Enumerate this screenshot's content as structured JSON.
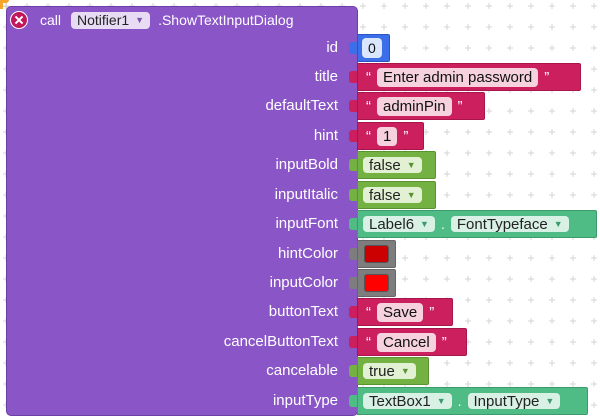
{
  "colors": {
    "procedure_block": "#8a55c7",
    "number_block": "#3b6ee8",
    "text_block": "#cc1f5e",
    "logic_block": "#73b242",
    "component_block": "#4fbb85",
    "color_block": "#7d7d7d",
    "hint_color_swatch": "#cc0000",
    "input_color_swatch": "#ff0000"
  },
  "block": {
    "close_icon": "close-icon",
    "call_label": "call",
    "component": "Notifier1",
    "method": ".ShowTextInputDialog"
  },
  "params": {
    "id": {
      "label": "id",
      "value": "0"
    },
    "title": {
      "label": "title",
      "value": "Enter admin password"
    },
    "defaultText": {
      "label": "defaultText",
      "value": "adminPin"
    },
    "hint": {
      "label": "hint",
      "value": "1"
    },
    "inputBold": {
      "label": "inputBold",
      "value": "false"
    },
    "inputItalic": {
      "label": "inputItalic",
      "value": "false"
    },
    "inputFont": {
      "label": "inputFont",
      "component": "Label6",
      "property": "FontTypeface"
    },
    "hintColor": {
      "label": "hintColor"
    },
    "inputColor": {
      "label": "inputColor"
    },
    "buttonText": {
      "label": "buttonText",
      "value": "Save"
    },
    "cancelButtonText": {
      "label": "cancelButtonText",
      "value": "Cancel"
    },
    "cancelable": {
      "label": "cancelable",
      "value": "true"
    },
    "inputType": {
      "label": "inputType",
      "component": "TextBox1",
      "property": "InputType"
    }
  },
  "quote_open": "“",
  "quote_close": "”",
  "dot": "."
}
